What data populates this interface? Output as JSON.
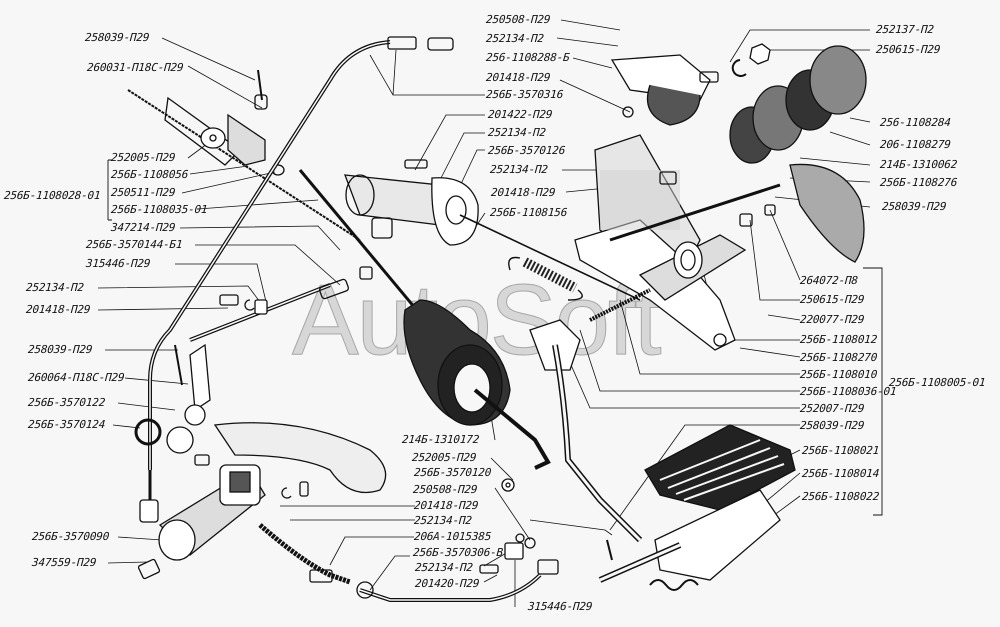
{
  "title": "Clutch pedal and release drive, exploded parts diagram",
  "watermark": "AutoSoft",
  "colors": {
    "ink": "#111111",
    "paper": "#f7f7f7",
    "watermark": "#9a9a9a"
  },
  "labels_left": [
    "258039-П29",
    "260031-П18С-П29",
    "252005-П29",
    "256Б-1108056",
    "250511-П29",
    "256Б-1108035-01",
    "347214-П29",
    "256Б-3570144-Б1",
    "315446-П29",
    "252134-П2",
    "201418-П29",
    "258039-П29",
    "260064-П18С-П29",
    "256Б-3570122",
    "256Б-3570124",
    "256Б-3570090",
    "347559-П29"
  ],
  "assembly_left": "256Б-1108028-01",
  "labels_top_center": [
    "250508-П29",
    "252134-П2",
    "256-1108288-Б",
    "201418-П29",
    "256Б-3570316",
    "201422-П29",
    "252134-П2",
    "256Б-3570126",
    "252134-П2",
    "201418-П29",
    "256Б-1108156"
  ],
  "labels_top_right": [
    "252137-П2",
    "250615-П29",
    "256-1108284",
    "206-1108279",
    "214Б-1310062",
    "256Б-1108276",
    "258039-П29"
  ],
  "labels_right": [
    "264072-П8",
    "250615-П29",
    "220077-П29",
    "256Б-1108012",
    "256Б-1108270",
    "256Б-1108010",
    "256Б-1108036-01",
    "252007-П29",
    "258039-П29",
    "256Б-1108021",
    "256Б-1108014",
    "256Б-1108022"
  ],
  "assembly_right": "256Б-1108005-01",
  "labels_bottom_center": [
    "214Б-1310172",
    "252005-П29",
    "256Б-3570120",
    "250508-П29",
    "201418-П29",
    "252134-П2",
    "206А-1015385",
    "256Б-3570306-В",
    "252134-П2",
    "201420-П29",
    "315446-П29"
  ]
}
